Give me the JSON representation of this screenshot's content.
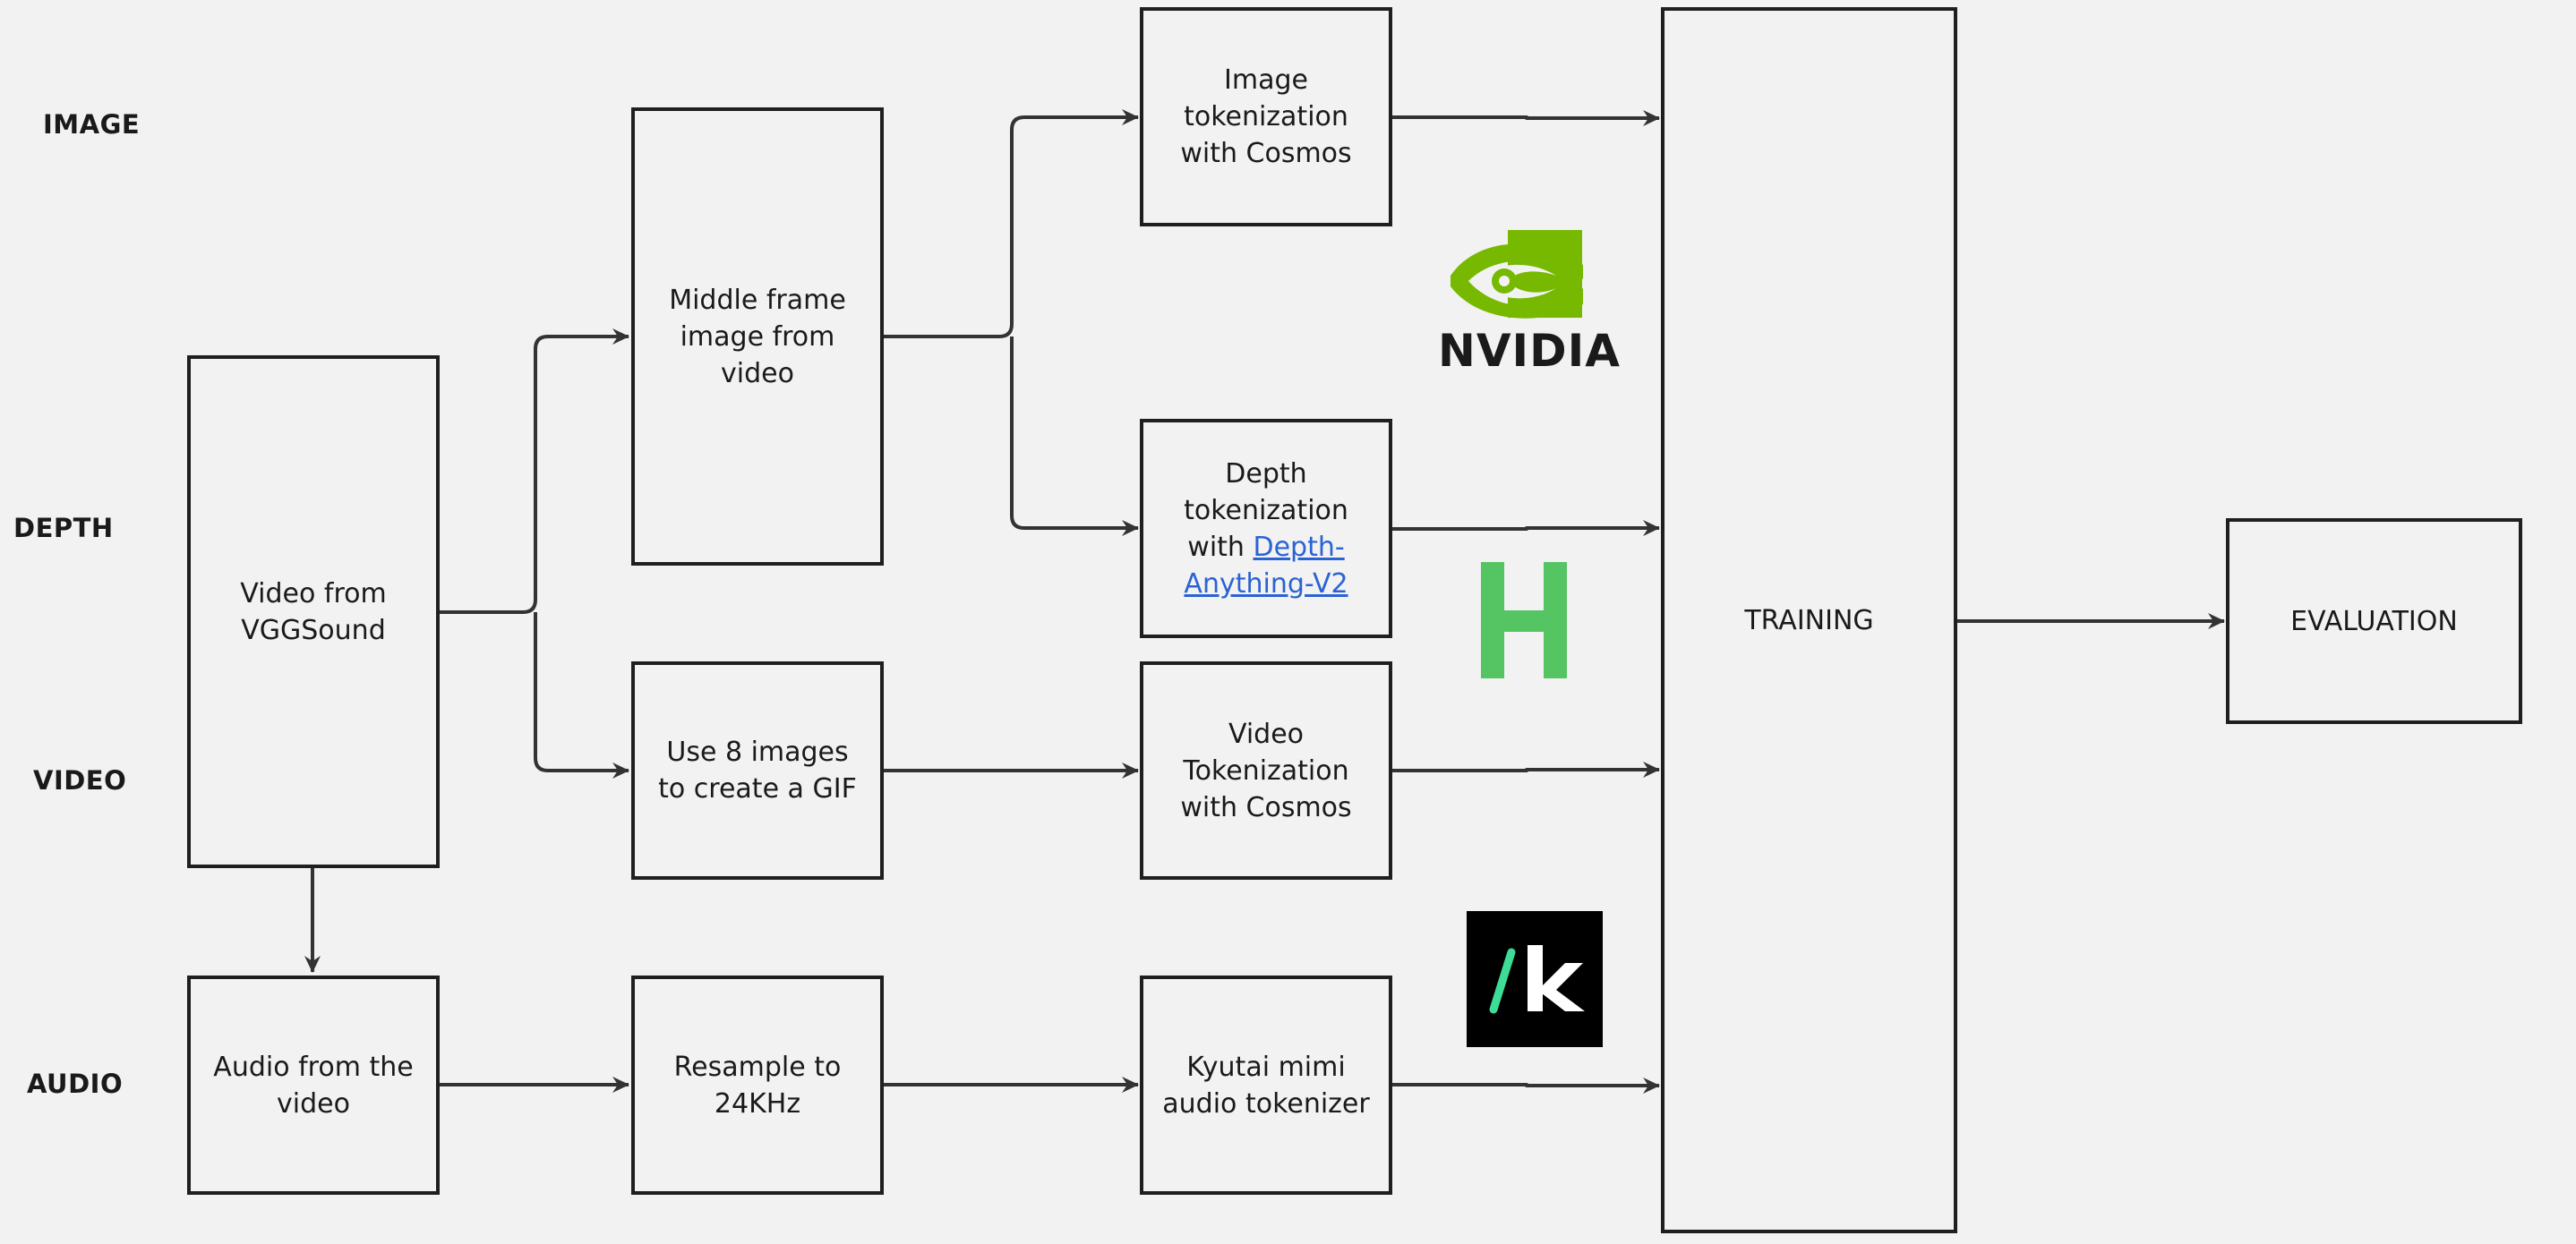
{
  "row_labels": {
    "image": "IMAGE",
    "depth": "DEPTH",
    "video": "VIDEO",
    "audio": "AUDIO"
  },
  "nodes": {
    "source_video": "Video from VGGSound",
    "middle_frame": "Middle frame image from video",
    "gif": "Use 8 images to create a GIF",
    "audio_extract": "Audio from the video",
    "resample": "Resample to 24KHz",
    "image_tokenization": "Image tokenization with Cosmos",
    "depth_tokenization_prefix": "Depth tokenization with",
    "depth_tokenization_link": "Depth-Anything-V2",
    "video_tokenization": "Video Tokenization with Cosmos",
    "audio_tokenizer": "Kyutai mimi audio tokenizer",
    "training": "TRAINING",
    "evaluation": "EVALUATION"
  },
  "logos": {
    "nvidia": {
      "wordmark": "NVIDIA",
      "color": "#76b900",
      "icon": "nvidia-eye-logo"
    },
    "huggingface": {
      "icon": "hugging-face-h-logo",
      "color": "#55c463"
    },
    "kyutai": {
      "icon": "kyutai-k-logo",
      "accent": "#3ddc97",
      "background": "#000000"
    }
  },
  "colors": {
    "background": "#f2f2f2",
    "stroke": "#1f1f1f",
    "arrow": "#333333",
    "link": "#2a63d4"
  }
}
